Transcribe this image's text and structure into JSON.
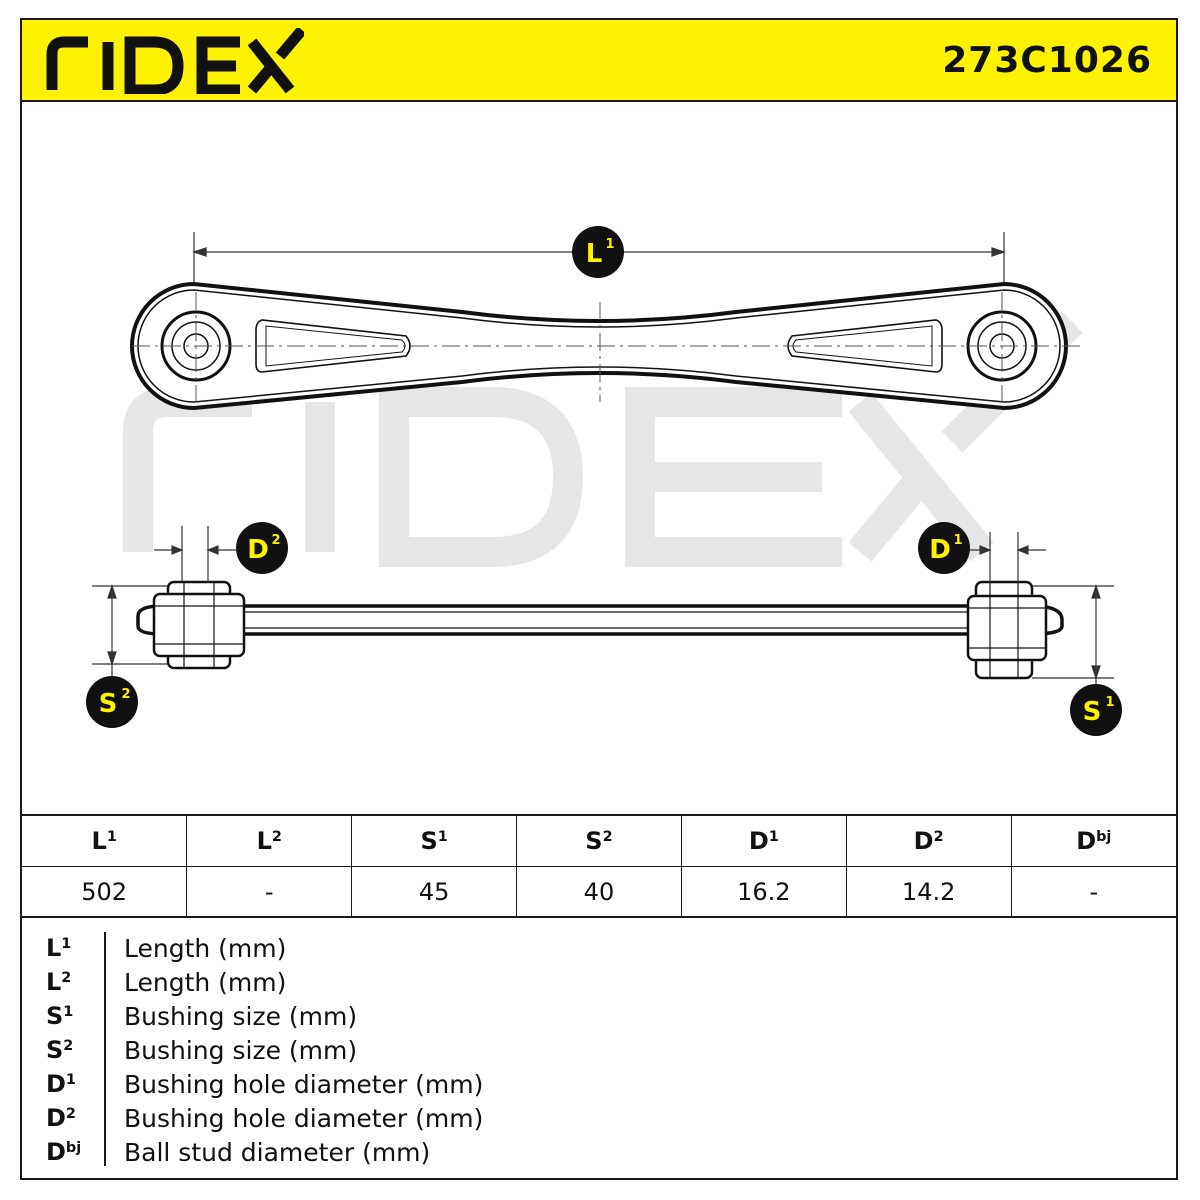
{
  "header": {
    "brand": "RIDEX",
    "part_number": "273C1026",
    "accent_color": "#fff200"
  },
  "drawing": {
    "watermark": "RIDEX",
    "labels": {
      "l1": {
        "base": "L",
        "sup": "1"
      },
      "d1": {
        "base": "D",
        "sup": "1"
      },
      "d2": {
        "base": "D",
        "sup": "2"
      },
      "s1": {
        "base": "S",
        "sup": "1"
      },
      "s2": {
        "base": "S",
        "sup": "2"
      }
    }
  },
  "table": {
    "headers": [
      {
        "base": "L",
        "sup": "1"
      },
      {
        "base": "L",
        "sup": "2"
      },
      {
        "base": "S",
        "sup": "1"
      },
      {
        "base": "S",
        "sup": "2"
      },
      {
        "base": "D",
        "sup": "1"
      },
      {
        "base": "D",
        "sup": "2"
      },
      {
        "base": "D",
        "sup": "bj"
      }
    ],
    "values": [
      "502",
      "-",
      "45",
      "40",
      "16.2",
      "14.2",
      "-"
    ]
  },
  "legend": [
    {
      "base": "L",
      "sup": "1",
      "desc": "Length (mm)"
    },
    {
      "base": "L",
      "sup": "2",
      "desc": "Length (mm)"
    },
    {
      "base": "S",
      "sup": "1",
      "desc": "Bushing size (mm)"
    },
    {
      "base": "S",
      "sup": "2",
      "desc": "Bushing size (mm)"
    },
    {
      "base": "D",
      "sup": "1",
      "desc": "Bushing hole diameter (mm)"
    },
    {
      "base": "D",
      "sup": "2",
      "desc": "Bushing hole diameter (mm)"
    },
    {
      "base": "D",
      "sup": "bj",
      "desc": "Ball stud diameter (mm)"
    }
  ]
}
